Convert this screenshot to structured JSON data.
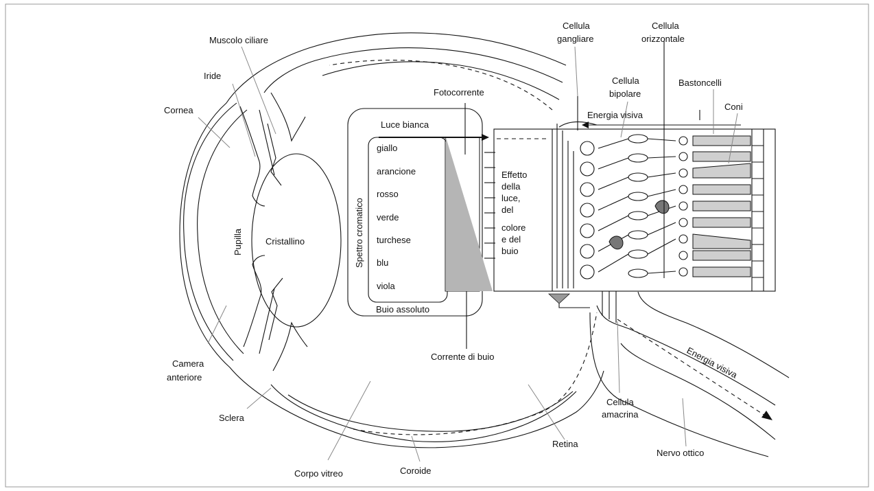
{
  "labels": {
    "muscolo_ciliare": "Muscolo ciliare",
    "iride": "Iride",
    "cornea": "Cornea",
    "pupilla": "Pupilla",
    "cristallino": "Cristallino",
    "camera_anteriore_1": "Camera",
    "camera_anteriore_2": "anteriore",
    "sclera": "Sclera",
    "corpo_vitreo": "Corpo vitreo",
    "coroide": "Coroide",
    "retina": "Retina",
    "nervo_ottico": "Nervo ottico",
    "energia_visiva_nervo": "Energia visiva",
    "cellula_amacrina_1": "Cellula",
    "cellula_amacrina_2": "amacrina",
    "cellula_gangliare_1": "Cellula",
    "cellula_gangliare_2": "gangliare",
    "cellula_orizzontale_1": "Cellula",
    "cellula_orizzontale_2": "orizzontale",
    "cellula_bipolare_1": "Cellula",
    "cellula_bipolare_2": "bipolare",
    "bastoncelli": "Bastoncelli",
    "coni": "Coni",
    "energia_visiva_top": "Energia visiva",
    "fotocorrente": "Fotocorrente",
    "corrente_di_buio": "Corrente di buio",
    "luce_bianca": "Luce bianca",
    "buio_assoluto": "Buio assoluto",
    "spettro_cromatico": "Spettro cromatico"
  },
  "spectrum_colors": [
    "giallo",
    "arancione",
    "rosso",
    "verde",
    "turchese",
    "blu",
    "viola"
  ],
  "effetto_lines": [
    "Effetto",
    "della",
    "luce,",
    "del",
    "colore",
    "e del",
    "buio"
  ],
  "colors": {
    "line": "#111111",
    "leader": "#888888",
    "gray_fill": "#b5b5b5",
    "dark_cell": "#777777"
  }
}
